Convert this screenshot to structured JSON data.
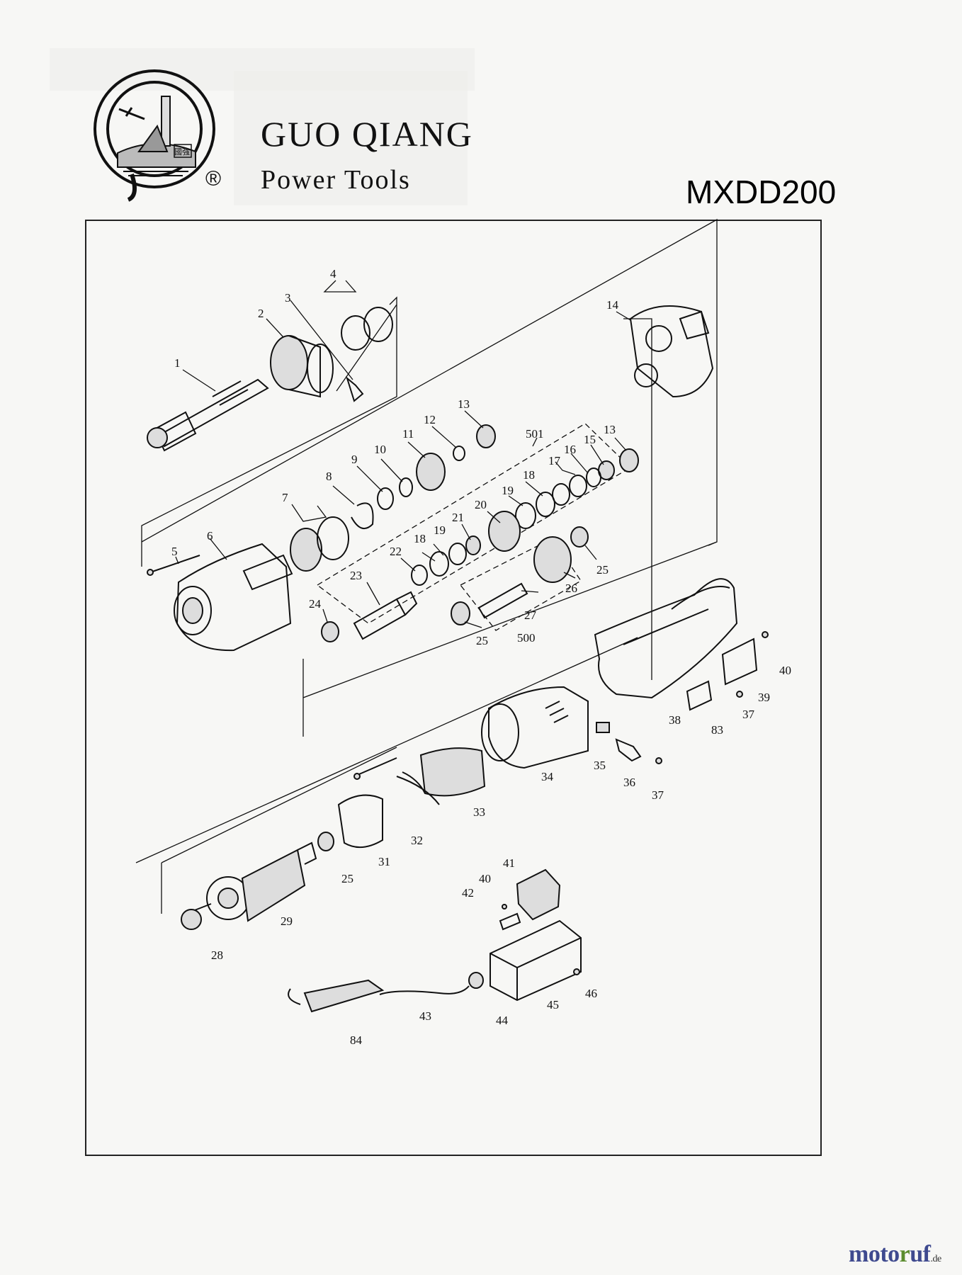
{
  "brand": {
    "name": "GUO QIANG",
    "subtitle": "Power Tools",
    "registered_mark": "®",
    "logo_icon": "guo-qiang-logo-icon",
    "logo_lettering": "國強"
  },
  "model": "MXDD200",
  "watermark": {
    "prefix": "moto",
    "accent": "r",
    "suffix": "uf",
    "tld": ".de"
  },
  "part_labels": [
    "1",
    "2",
    "3",
    "4",
    "5",
    "6",
    "7",
    "8",
    "9",
    "10",
    "11",
    "12",
    "13",
    "13",
    "14",
    "15",
    "16",
    "17",
    "18",
    "18",
    "19",
    "19",
    "20",
    "21",
    "22",
    "23",
    "24",
    "25",
    "25",
    "25",
    "25",
    "26",
    "27",
    "28",
    "29",
    "31",
    "32",
    "33",
    "34",
    "35",
    "36",
    "37",
    "37",
    "38",
    "39",
    "40",
    "40",
    "41",
    "42",
    "43",
    "44",
    "45",
    "46",
    "83",
    "84"
  ],
  "assembly_labels": [
    "501",
    "500"
  ]
}
